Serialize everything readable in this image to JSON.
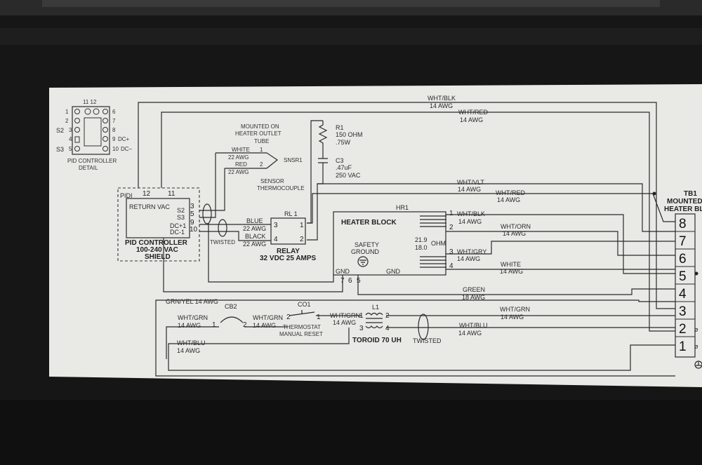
{
  "pid_detail": {
    "caption": "PID CONTROLLER\nDETAIL",
    "top_pins": "11 12",
    "left_nums": [
      "1",
      "2",
      "3",
      "4",
      "5"
    ],
    "right_nums": [
      "6",
      "7",
      "8",
      "9",
      "10"
    ],
    "right_tags": [
      "DC+",
      "DC−"
    ],
    "s_labels": [
      "S2",
      "S3"
    ]
  },
  "pid": {
    "title": "PIDI",
    "pin12": "12",
    "pin11": "11",
    "return_vac": "RETURN  VAC",
    "s2": "S2",
    "s3": "S3",
    "dcp": "DC+1",
    "dcm": "DC-1",
    "p3": "3",
    "p5": "5",
    "p9": "9",
    "p10": "10",
    "line1": "PID CONTROLLER",
    "line2": "100-240 VAC",
    "line3": "SHIELD"
  },
  "sensor": {
    "mount1": "MOUNTED ON",
    "mount2": "HEATER OUTLET",
    "mount3": "TUBE",
    "white": "WHITE",
    "w1": "1",
    "awg1": "22 AWG",
    "red": "RED",
    "w2": "2",
    "awg2": "22 AWG",
    "id": "SNSR1",
    "desc1": "SENSOR",
    "desc2": "THERMOCOUPLE"
  },
  "rc": {
    "r1": "R1",
    "r1v": "150 OHM",
    "r1w": ".75W",
    "c3": "C3",
    "c3v": ".47uF",
    "c3vac": "250 VAC"
  },
  "relay": {
    "id": "RL 1",
    "p3": "3",
    "p1": "1",
    "p4": "4",
    "p2": "2",
    "blue": "BLUE",
    "awg_b": "22 AWG",
    "black": "BLACK",
    "awg_k": "22 AWG",
    "twisted": "TWISTED",
    "name": "RELAY",
    "spec": "32 VDC 25 AMPS"
  },
  "heater": {
    "id": "HR1",
    "title": "HEATER BLOCK",
    "safety1": "SAFETY",
    "safety2": "GROUND",
    "gnd_l": "GND",
    "gnd_r": "GND",
    "ohm1": "21.9",
    "ohm2": "18.0",
    "ohm_unit": "OHM",
    "p1": "1",
    "p2": "2",
    "p3": "3",
    "p4": "4",
    "p7": "7",
    "p6": "6",
    "p5": "5"
  },
  "wires": {
    "wht_blk_top": "WHT/BLK",
    "awg_top1": "14 AWG",
    "wht_red_top": "WHT/RED",
    "awg_top2": "14 AWG",
    "wht_vlt": "WHT/VLT",
    "awg_vlt": "14 AWG",
    "wht_red2": "WHT/RED",
    "awg_red2": "14 AWG",
    "wht_blk2": "WHT/BLK",
    "awg_blk2": "14 AWG",
    "wht_orn": "WHT/ORN",
    "awg_orn": "14 AWG",
    "wht_gry": "WHT/GRY",
    "awg_gry": "14 AWG",
    "white": "WHITE",
    "awg_white": "14 AWG",
    "green": "GREEN",
    "awg_green": "18 AWG",
    "grn_yel": "GRN/YEL 14 AWG",
    "wht_grn_r": "WHT/GRN",
    "awg_grn_r": "14 AWG",
    "wht_blu_r": "WHT/BLU",
    "awg_blu_r": "14 AWG"
  },
  "bottom": {
    "wht_grn1": "WHT/GRN",
    "awg1": "14 AWG",
    "cb2": "CB2",
    "cb_p1": "1",
    "cb_p2": "2",
    "wht_grn2": "WHT/GRN",
    "awg2": "14 AWG",
    "co1": "CO1",
    "co_p2": "2",
    "co_p1": "1",
    "thermo1": "THERMOSTAT",
    "thermo2": "MANUAL RESET",
    "wht_grn3": "WHT/GRN",
    "awg3": "14 AWG",
    "l1": "L1",
    "l_p1": "1",
    "l_p2": "2",
    "l_p3": "3",
    "l_p4": "4",
    "toroid": "TOROID 70 UH",
    "twisted": "TWISTED",
    "wht_blu": "WHT/BLU",
    "awg_blu": "14 AWG"
  },
  "tb": {
    "id": "TB1",
    "line2": "MOUNTED",
    "line3": "HEATER BL",
    "nums": [
      "8",
      "7",
      "6",
      "5",
      "4",
      "3",
      "2",
      "1"
    ],
    "right_marks": [
      "ø",
      "ø"
    ]
  }
}
